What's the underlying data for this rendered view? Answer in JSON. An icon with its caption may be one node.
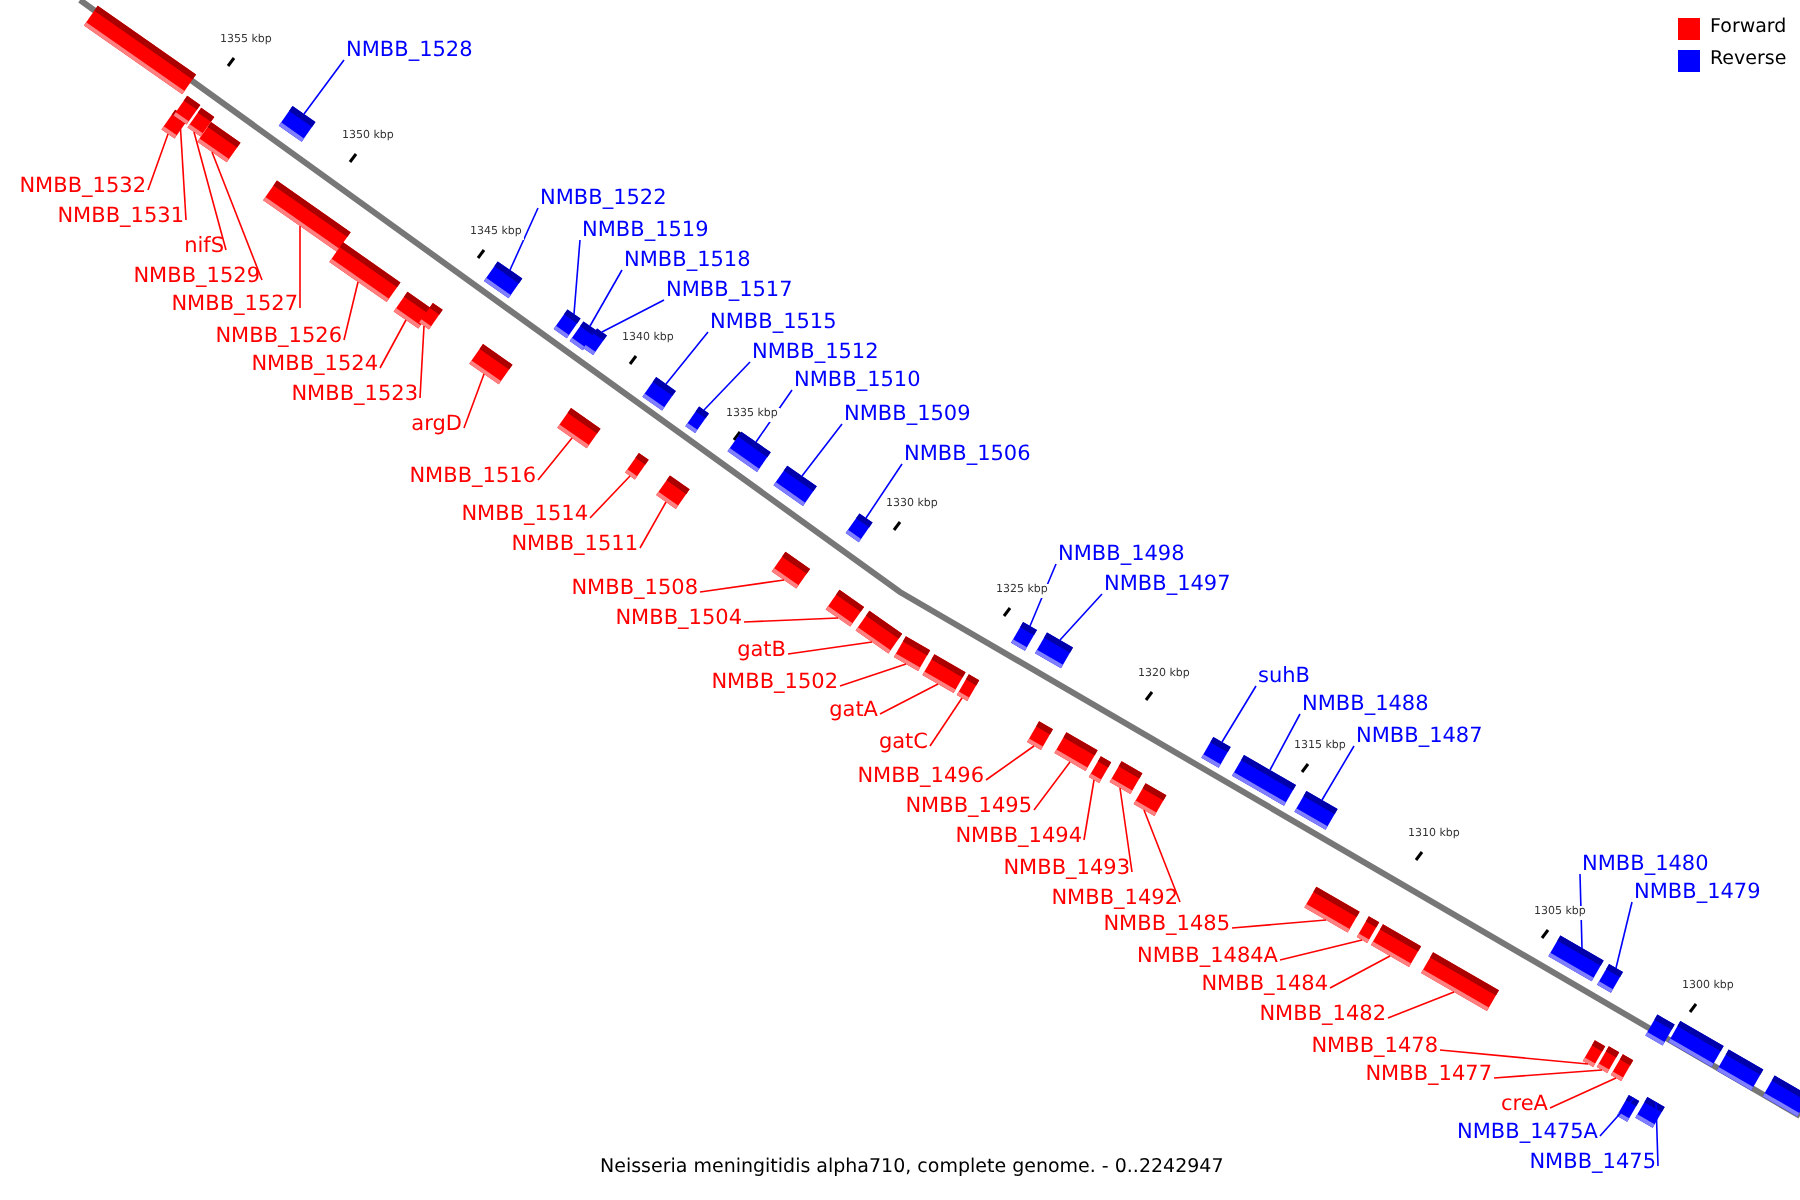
{
  "diagram": {
    "caption": "Neisseria meningitidis alpha710, complete genome. - 0..2242947",
    "nodes": [
      {
        "text": [
          "NMBB_1532"
        ]
      },
      {
        "text": [
          "NMBB_1531"
        ]
      },
      {
        "text": [
          "nifS"
        ]
      },
      {
        "text": [
          "NMBB_1529"
        ]
      },
      {
        "text": [
          "NMBB_1527"
        ]
      },
      {
        "text": [
          "NMBB_1526"
        ]
      },
      {
        "text": [
          "NMBB_1524"
        ]
      },
      {
        "text": [
          "NMBB_1523"
        ]
      },
      {
        "text": [
          "argD"
        ]
      },
      {
        "text": [
          "NMBB_1516"
        ]
      },
      {
        "text": [
          "NMBB_1514"
        ]
      },
      {
        "text": [
          "NMBB_1511"
        ]
      },
      {
        "text": [
          "NMBB_1508"
        ]
      },
      {
        "text": [
          "NMBB_1504"
        ]
      },
      {
        "text": [
          "gatB"
        ]
      },
      {
        "text": [
          "NMBB_1502"
        ]
      },
      {
        "text": [
          "gatA"
        ]
      },
      {
        "text": [
          "gatC"
        ]
      },
      {
        "text": [
          "NMBB_1496"
        ]
      },
      {
        "text": [
          "NMBB_1495"
        ]
      },
      {
        "text": [
          "NMBB_1494"
        ]
      },
      {
        "text": [
          "NMBB_1493"
        ]
      },
      {
        "text": [
          "NMBB_1492"
        ]
      },
      {
        "text": [
          "NMBB_1485"
        ]
      },
      {
        "text": [
          "NMBB_1484A"
        ]
      },
      {
        "text": [
          "NMBB_1484"
        ]
      },
      {
        "text": [
          "NMBB_1482"
        ]
      },
      {
        "text": [
          "NMBB_1478"
        ]
      },
      {
        "text": [
          "NMBB_1477"
        ]
      },
      {
        "text": [
          "creA"
        ]
      },
      {
        "text": [
          "NMBB_1528"
        ]
      },
      {
        "text": [
          "NMBB_1522"
        ]
      },
      {
        "text": [
          "NMBB_1519"
        ]
      },
      {
        "text": [
          "NMBB_1518"
        ]
      },
      {
        "text": [
          "NMBB_1517"
        ]
      },
      {
        "text": [
          "NMBB_1515"
        ]
      },
      {
        "text": [
          "NMBB_1512"
        ]
      },
      {
        "text": [
          "NMBB_1510"
        ]
      },
      {
        "text": [
          "NMBB_1509"
        ]
      },
      {
        "text": [
          "NMBB_1506"
        ]
      },
      {
        "text": [
          "NMBB_1498"
        ]
      },
      {
        "text": [
          "NMBB_1497"
        ]
      },
      {
        "text": [
          "suhB"
        ]
      },
      {
        "text": [
          "NMBB_1488"
        ]
      },
      {
        "text": [
          "NMBB_1487"
        ]
      },
      {
        "text": [
          "NMBB_1480"
        ]
      },
      {
        "text": [
          "NMBB_1479"
        ]
      },
      {
        "text": [
          "NMBB_1475A"
        ]
      },
      {
        "text": [
          "NMBB_1475"
        ]
      },
      {
        "text": [],
        "shape": "bar"
      },
      {
        "text": [],
        "shape": "bar"
      },
      {
        "text": [],
        "shape": "bar"
      },
      {
        "text": [],
        "shape": "bar"
      },
      {
        "text": [],
        "shape": "bar"
      },
      {
        "text": [],
        "shape": "bar"
      },
      {
        "text": [],
        "shape": "bar"
      },
      {
        "text": [],
        "shape": "bar"
      },
      {
        "text": [],
        "shape": "bar"
      },
      {
        "text": [],
        "shape": "bar"
      },
      {
        "text": [],
        "shape": "bar"
      },
      {
        "text": [],
        "shape": "bar"
      },
      {
        "text": [],
        "shape": "bar"
      },
      {
        "text": [],
        "shape": "bar"
      },
      {
        "text": [],
        "shape": "bar"
      },
      {
        "text": [],
        "shape": "bar"
      },
      {
        "text": [],
        "shape": "bar"
      },
      {
        "text": [],
        "shape": "bar"
      },
      {
        "text": [],
        "shape": "bar"
      },
      {
        "text": [],
        "shape": "bar"
      },
      {
        "text": [],
        "shape": "bar"
      },
      {
        "text": [],
        "shape": "bar"
      },
      {
        "text": [],
        "shape": "bar"
      },
      {
        "text": [],
        "shape": "bar"
      },
      {
        "text": [],
        "shape": "bar"
      },
      {
        "text": [],
        "shape": "bar"
      },
      {
        "text": [],
        "shape": "bar"
      },
      {
        "text": [],
        "shape": "bar"
      },
      {
        "text": [],
        "shape": "bar"
      },
      {
        "text": [],
        "shape": "bar"
      },
      {
        "text": [],
        "shape": "bar"
      },
      {
        "text": [],
        "shape": "bar"
      },
      {
        "text": [],
        "shape": "bar"
      },
      {
        "text": [],
        "shape": "bar"
      },
      {
        "text": [],
        "shape": "bar"
      },
      {
        "text": [],
        "shape": "bar"
      },
      {
        "text": [],
        "shape": "bar"
      },
      {
        "text": [],
        "shape": "bar"
      },
      {
        "text": [],
        "shape": "bar"
      },
      {
        "text": [],
        "shape": "bar"
      },
      {
        "text": [],
        "shape": "bar"
      },
      {
        "text": [],
        "shape": "bar"
      },
      {
        "text": [],
        "shape": "bar"
      },
      {
        "text": [],
        "shape": "bar"
      },
      {
        "text": [],
        "shape": "bar"
      },
      {
        "text": [],
        "shape": "bar"
      },
      {
        "text": [],
        "shape": "bar"
      },
      {
        "text": [],
        "shape": "bar"
      },
      {
        "text": [],
        "shape": "bar"
      },
      {
        "text": [],
        "shape": "bar"
      },
      {
        "text": [],
        "shape": "bar"
      },
      {
        "text": [],
        "shape": "bar"
      },
      {
        "text": [],
        "shape": "bar"
      },
      {
        "text": [],
        "shape": "bar"
      }
    ],
    "edges": [
      {
        "from": 0,
        "to": 49,
        "arrow": "none"
      },
      {
        "from": 1,
        "to": 50,
        "arrow": "none"
      },
      {
        "from": 2,
        "to": 51,
        "arrow": "none"
      },
      {
        "from": 3,
        "to": 52,
        "arrow": "none"
      },
      {
        "from": 4,
        "to": 53,
        "arrow": "none"
      },
      {
        "from": 5,
        "to": 54,
        "arrow": "none"
      },
      {
        "from": 6,
        "to": 55,
        "arrow": "none"
      },
      {
        "from": 7,
        "to": 56,
        "arrow": "none"
      },
      {
        "from": 8,
        "to": 57,
        "arrow": "none"
      },
      {
        "from": 9,
        "to": 58,
        "arrow": "none"
      },
      {
        "from": 10,
        "to": 59,
        "arrow": "none"
      },
      {
        "from": 11,
        "to": 60,
        "arrow": "none"
      },
      {
        "from": 12,
        "to": 61,
        "arrow": "none"
      },
      {
        "from": 13,
        "to": 62,
        "arrow": "none"
      },
      {
        "from": 14,
        "to": 63,
        "arrow": "none"
      },
      {
        "from": 15,
        "to": 64,
        "arrow": "none"
      },
      {
        "from": 16,
        "to": 65,
        "arrow": "none"
      },
      {
        "from": 17,
        "to": 66,
        "arrow": "none"
      },
      {
        "from": 18,
        "to": 67,
        "arrow": "none"
      },
      {
        "from": 19,
        "to": 68,
        "arrow": "none"
      },
      {
        "from": 20,
        "to": 69,
        "arrow": "none"
      },
      {
        "from": 21,
        "to": 70,
        "arrow": "none"
      },
      {
        "from": 22,
        "to": 71,
        "arrow": "none"
      },
      {
        "from": 23,
        "to": 72,
        "arrow": "none"
      },
      {
        "from": 24,
        "to": 73,
        "arrow": "none"
      },
      {
        "from": 25,
        "to": 74,
        "arrow": "none"
      },
      {
        "from": 26,
        "to": 75,
        "arrow": "none"
      },
      {
        "from": 27,
        "to": 76,
        "arrow": "none"
      },
      {
        "from": 28,
        "to": 77,
        "arrow": "none"
      },
      {
        "from": 29,
        "to": 78,
        "arrow": "none"
      },
      {
        "from": 30,
        "to": 79,
        "arrow": "none",
        "color": "#0000ff"
      },
      {
        "from": 31,
        "to": 80,
        "arrow": "none",
        "color": "#0000ff"
      },
      {
        "from": 32,
        "to": 81,
        "arrow": "none",
        "color": "#0000ff"
      },
      {
        "from": 33,
        "to": 82,
        "arrow": "none",
        "color": "#0000ff"
      },
      {
        "from": 34,
        "to": 83,
        "arrow": "none",
        "color": "#0000ff"
      },
      {
        "from": 35,
        "to": 84,
        "arrow": "none",
        "color": "#0000ff"
      },
      {
        "from": 36,
        "to": 85,
        "arrow": "none",
        "color": "#0000ff"
      },
      {
        "from": 37,
        "to": 86,
        "arrow": "none",
        "color": "#0000ff"
      },
      {
        "from": 38,
        "to": 87,
        "arrow": "none",
        "color": "#0000ff"
      },
      {
        "from": 39,
        "to": 88,
        "arrow": "none",
        "color": "#0000ff"
      },
      {
        "from": 40,
        "to": 89,
        "arrow": "none",
        "color": "#0000ff"
      },
      {
        "from": 41,
        "to": 90,
        "arrow": "none",
        "color": "#0000ff"
      },
      {
        "from": 42,
        "to": 91,
        "arrow": "none",
        "color": "#0000ff"
      },
      {
        "from": 43,
        "to": 92,
        "arrow": "none",
        "color": "#0000ff"
      },
      {
        "from": 44,
        "to": 93,
        "arrow": "none",
        "color": "#0000ff"
      },
      {
        "from": 45,
        "to": 94,
        "arrow": "none",
        "color": "#0000ff"
      },
      {
        "from": 46,
        "to": 95,
        "arrow": "none",
        "color": "#0000ff"
      },
      {
        "from": 47,
        "to": 96,
        "arrow": "none",
        "color": "#0000ff"
      },
      {
        "from": 48,
        "to": 97,
        "arrow": "none",
        "color": "#0000ff"
      }
    ],
    "labels": [
      "1355 kbp",
      "1350 kbp",
      "1345 kbp",
      "1340 kbp",
      "1335 kbp",
      "1330 kbp",
      "1325 kbp",
      "1320 kbp",
      "1315 kbp",
      "1310 kbp",
      "1305 kbp",
      "1300 kbp"
    ],
    "legend": [
      {
        "text": "Forward",
        "color": "#ff0000"
      },
      {
        "text": "Reverse",
        "color": "#0000ff"
      }
    ]
  }
}
